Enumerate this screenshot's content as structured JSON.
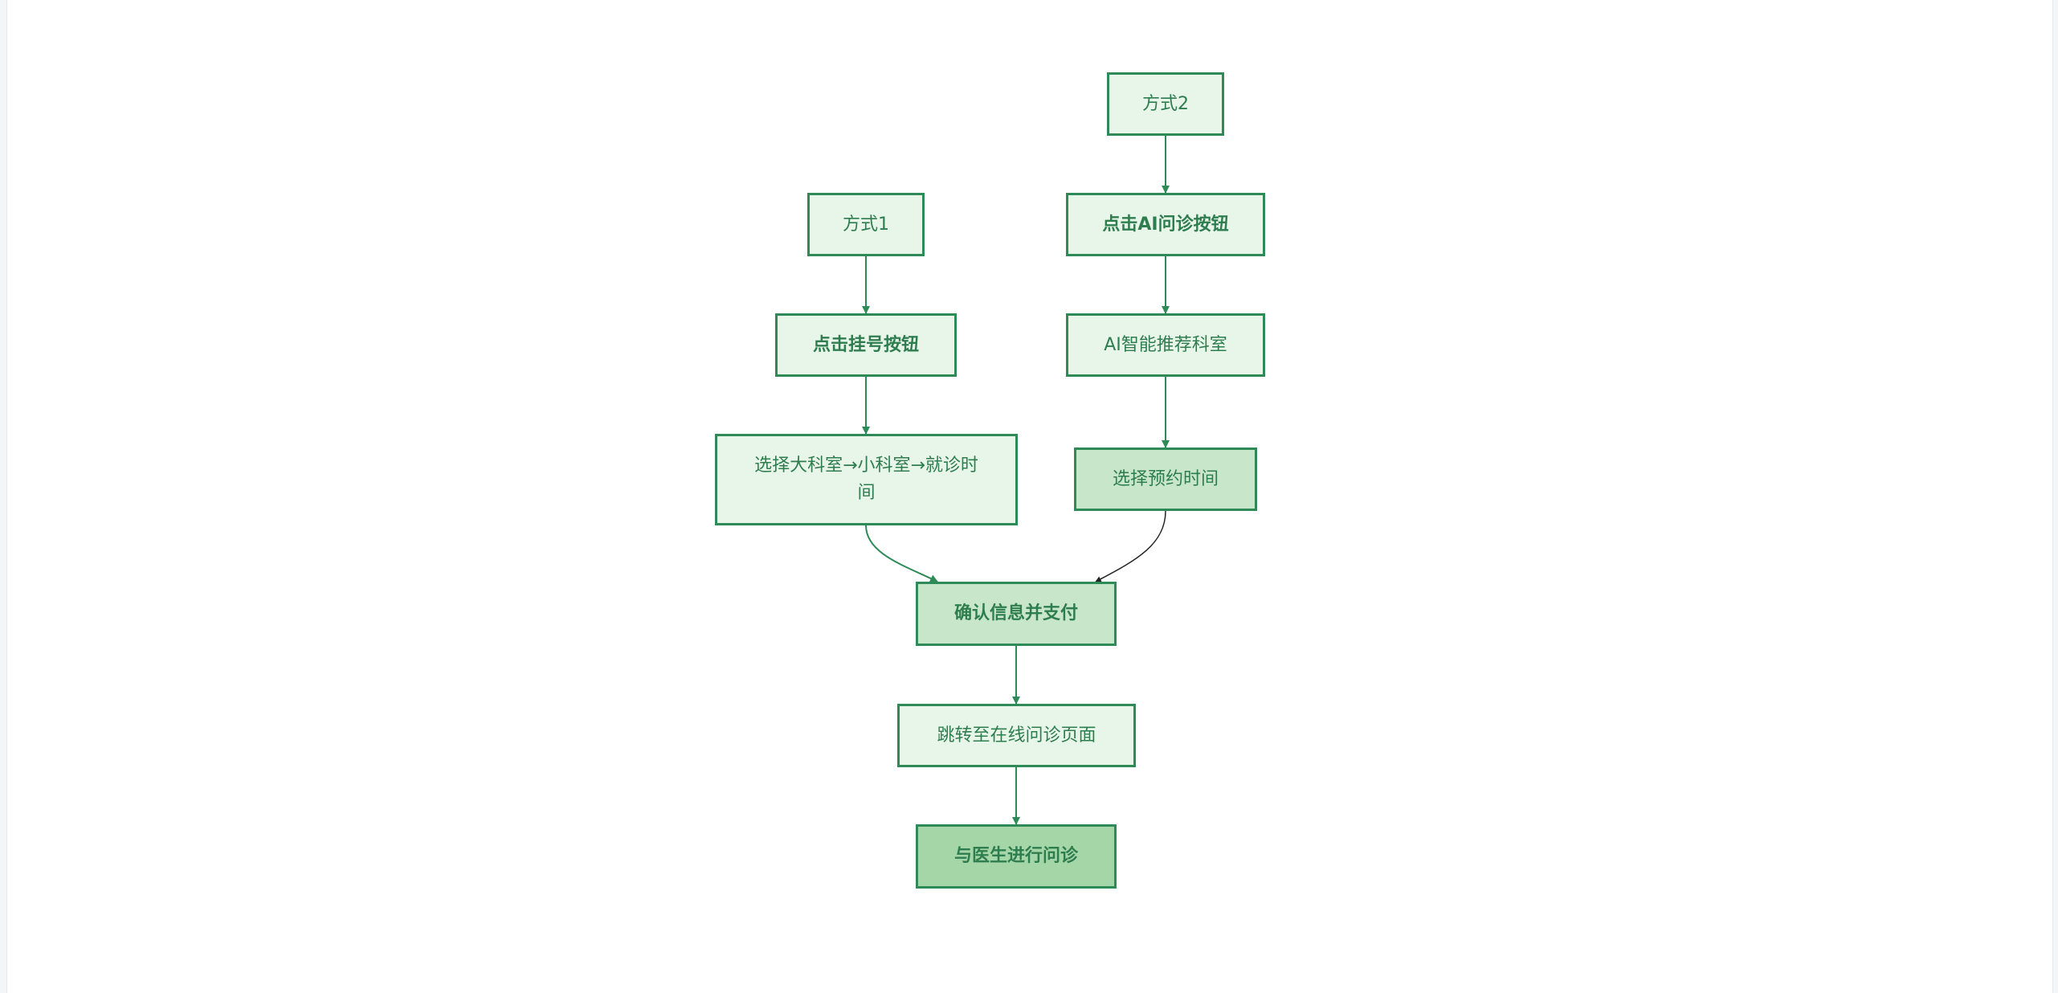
{
  "diagram": {
    "nodes": {
      "method1": "方式1",
      "method2": "方式2",
      "click_register": "点击挂号按钮",
      "click_ai": "点击AI问诊按钮",
      "select_department": "选择大科室→小科室→就诊时间",
      "ai_recommend": "AI智能推荐科室",
      "select_time": "选择预约时间",
      "confirm_pay": "确认信息并支付",
      "jump_online": "跳转至在线问诊页面",
      "consult_doctor": "与医生进行问诊"
    },
    "colors": {
      "border": "#2e8b57",
      "text": "#2e7d4f",
      "fill_light": "#e8f5e9",
      "fill_mid": "#c8e6c9",
      "fill_dark": "#a5d6a7",
      "edge": "#2e8b57"
    }
  }
}
